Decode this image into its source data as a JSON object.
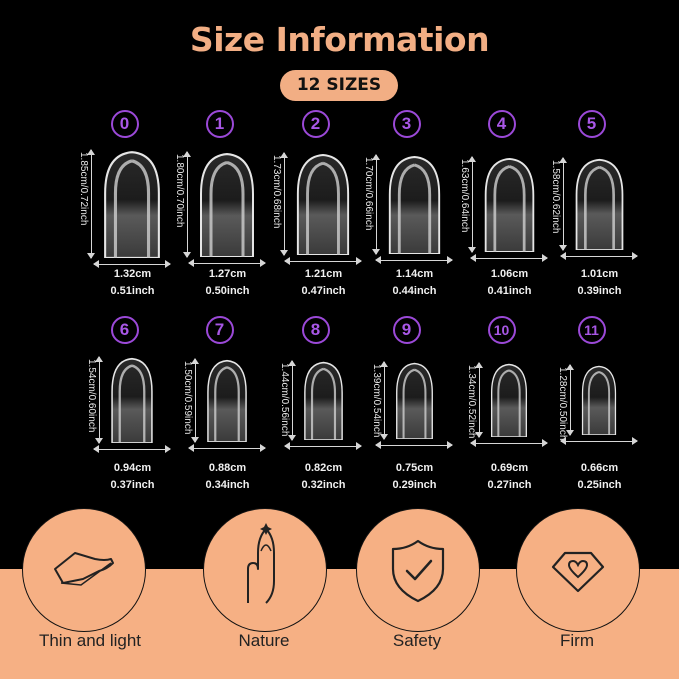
{
  "header": {
    "title": "Size Information",
    "badge": "12 SIZES"
  },
  "sizes": [
    {
      "number": "0",
      "height": "1.85cm/0.72inch",
      "width_cm": "1.32cm",
      "width_in": "0.51inch"
    },
    {
      "number": "1",
      "height": "1.80cm/0.70inch",
      "width_cm": "1.27cm",
      "width_in": "0.50inch"
    },
    {
      "number": "2",
      "height": "1.73cm/0.68inch",
      "width_cm": "1.21cm",
      "width_in": "0.47inch"
    },
    {
      "number": "3",
      "height": "1.70cm/0.66inch",
      "width_cm": "1.14cm",
      "width_in": "0.44inch"
    },
    {
      "number": "4",
      "height": "1.63cm/0.64inch",
      "width_cm": "1.06cm",
      "width_in": "0.41inch"
    },
    {
      "number": "5",
      "height": "1.58cm/0.62inch",
      "width_cm": "1.01cm",
      "width_in": "0.39inch"
    },
    {
      "number": "6",
      "height": "1.54cm/0.60inch",
      "width_cm": "0.94cm",
      "width_in": "0.37inch"
    },
    {
      "number": "7",
      "height": "1.50cm/0.59inch",
      "width_cm": "0.88cm",
      "width_in": "0.34inch"
    },
    {
      "number": "8",
      "height": "1.44cm/0.56inch",
      "width_cm": "0.82cm",
      "width_in": "0.32inch"
    },
    {
      "number": "9",
      "height": "1.39cm/0.54inch",
      "width_cm": "0.75cm",
      "width_in": "0.29inch"
    },
    {
      "number": "10",
      "height": "1.34cm/0.52inch",
      "width_cm": "0.69cm",
      "width_in": "0.27inch"
    },
    {
      "number": "11",
      "height": "1.28cm/0.50inch",
      "width_cm": "0.66cm",
      "width_in": "0.25inch"
    }
  ],
  "features": [
    {
      "label": "Thin and light",
      "icon": "thin-nail-icon"
    },
    {
      "label": "Nature",
      "icon": "hand-nail-icon"
    },
    {
      "label": "Safety",
      "icon": "shield-check-icon"
    },
    {
      "label": "Firm",
      "icon": "diamond-heart-icon"
    }
  ],
  "colors": {
    "accent": "#f2ae84",
    "number_ring": "#9b49d8",
    "background": "#000000"
  }
}
